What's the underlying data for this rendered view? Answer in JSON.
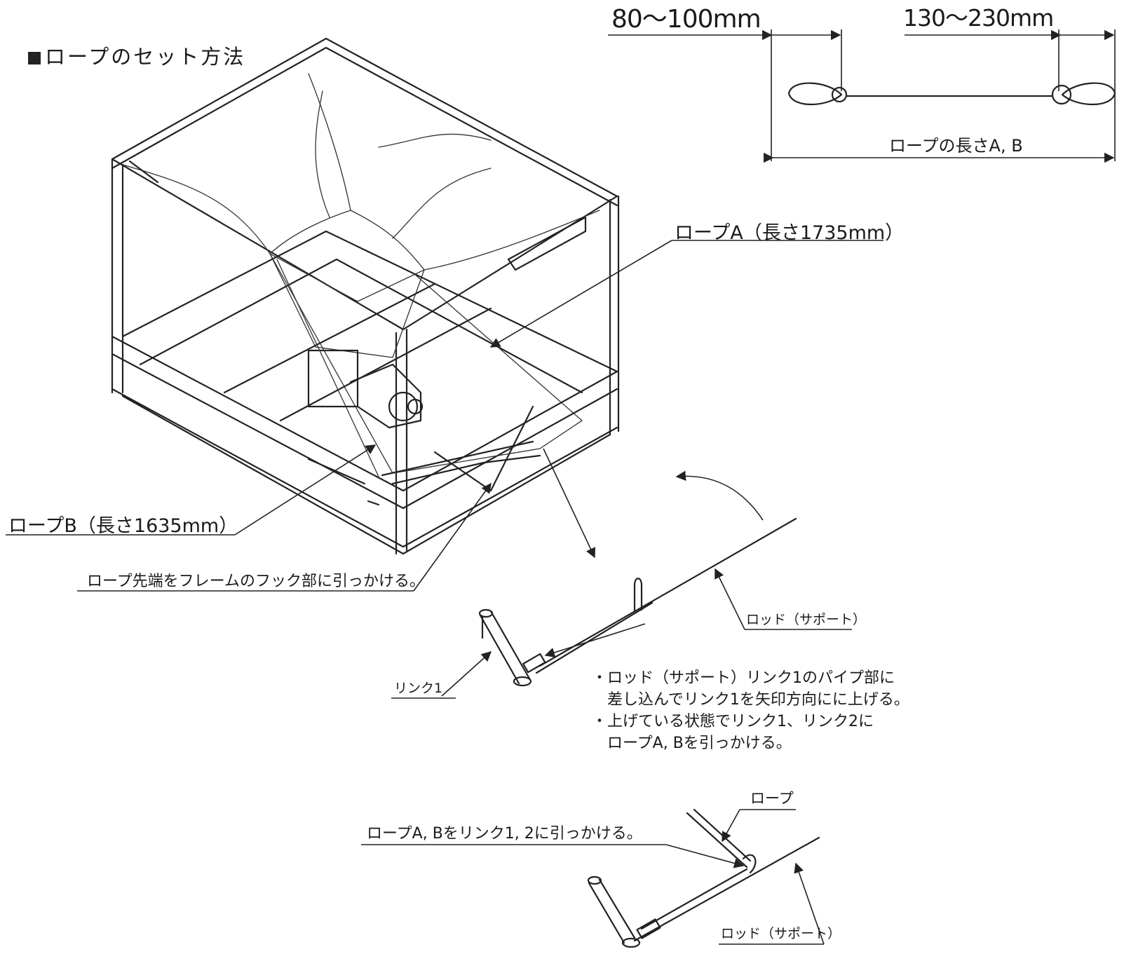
{
  "title": "ロープのセット方法",
  "dimensions": {
    "loop_length": "80〜100mm",
    "end_length": "130〜230mm",
    "rope_length": "ロープの長さA, B"
  },
  "labels": {
    "rope_a": "ロープA（長さ1735mm）",
    "rope_b": "ロープB（長さ1635mm）",
    "hook_instruction": "ロープ先端をフレームのフック部に引っかける。",
    "rod_support_1": "ロッド（サポート）",
    "link1": "リンク1",
    "rope": "ロープ",
    "hook_links": "ロープA, Bをリンク1, 2に引っかける。",
    "rod_support_2": "ロッド（サポート）"
  },
  "instructions": [
    "・ロッド（サポート）リンク1のパイプ部に",
    "　差し込んでリンク1を矢印方向にに上げる。",
    "・上げている状態でリンク1、リンク2に",
    "　ロープA, Bを引っかける。"
  ]
}
